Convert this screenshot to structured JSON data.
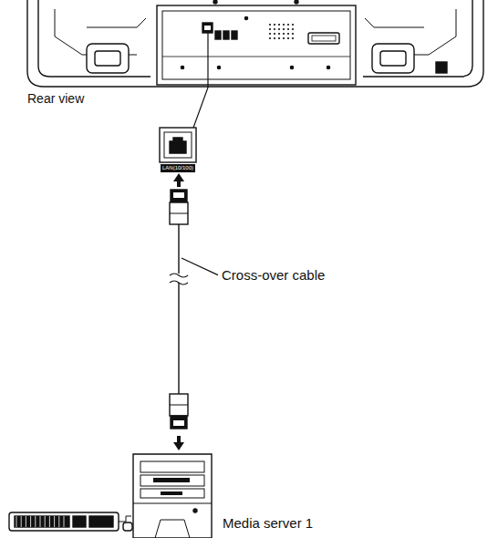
{
  "diagram": {
    "labels": [
      "Rear view",
      "LAN(10/100)",
      "Cross-over cable",
      "Media server 1"
    ]
  }
}
